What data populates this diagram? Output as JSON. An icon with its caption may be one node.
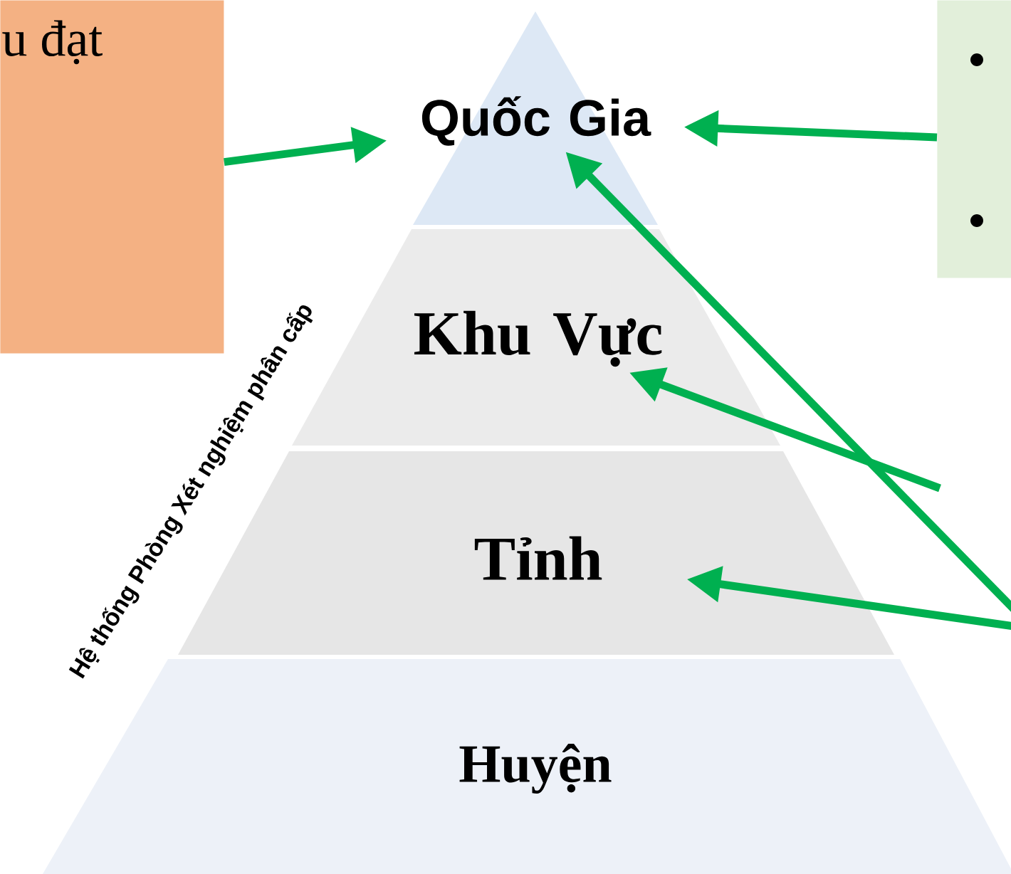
{
  "diagram": {
    "nodes": [
      {
        "text": [
          "u đạt"
        ]
      },
      {
        "text": [],
        "shape": "box"
      },
      {
        "text": [
          "Quốc Gia"
        ]
      },
      {
        "text": [
          "Khu Vực"
        ]
      },
      {
        "text": [
          "Tỉnh"
        ]
      },
      {
        "text": [
          "Huyện"
        ]
      }
    ],
    "edges": [
      {
        "from": 0,
        "to": 2,
        "arrow": "to"
      },
      {
        "from": 1,
        "to": 2,
        "arrow": "to"
      },
      {
        "from": null,
        "to": 2,
        "arrow": "to"
      },
      {
        "from": null,
        "to": 3,
        "arrow": "to"
      },
      {
        "from": null,
        "to": 4,
        "arrow": "to"
      }
    ],
    "labels": [
      "Hệ thống Phòng Xét nghiệm phân cấp"
    ]
  }
}
